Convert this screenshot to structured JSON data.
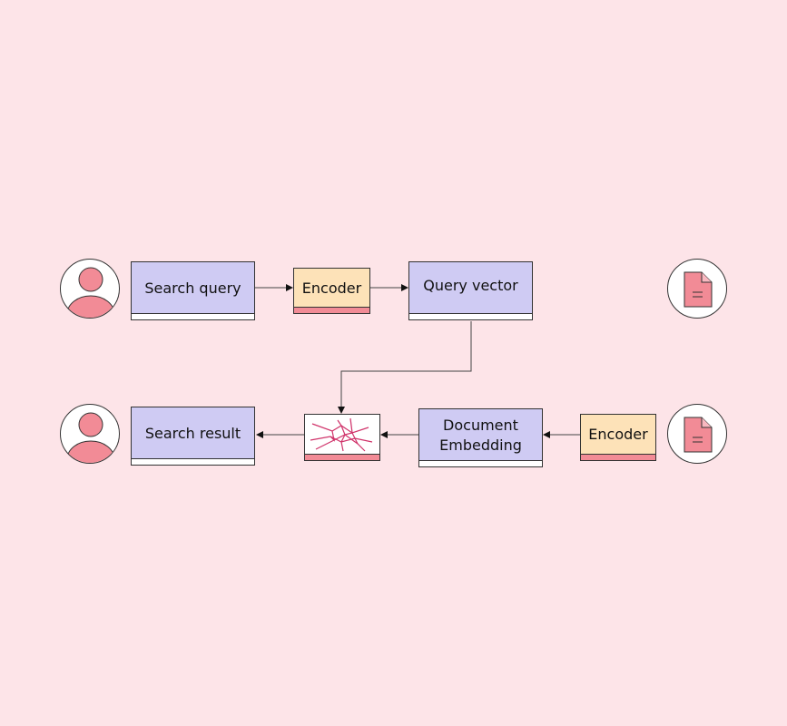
{
  "nodes": {
    "search_query": "Search query",
    "encoder_top": "Encoder",
    "query_vector": "Query vector",
    "search_result": "Search result",
    "document_embedding_line1": "Document",
    "document_embedding_line2": "Embedding",
    "encoder_bottom": "Encoder"
  },
  "icons": {
    "user": "user-icon",
    "document": "document-icon",
    "vector_network": "vector-network-icon"
  },
  "colors": {
    "background": "#fde4e8",
    "box_purple": "#cfcbf3",
    "box_orange": "#fde2b8",
    "accent_pink": "#f28b96"
  }
}
